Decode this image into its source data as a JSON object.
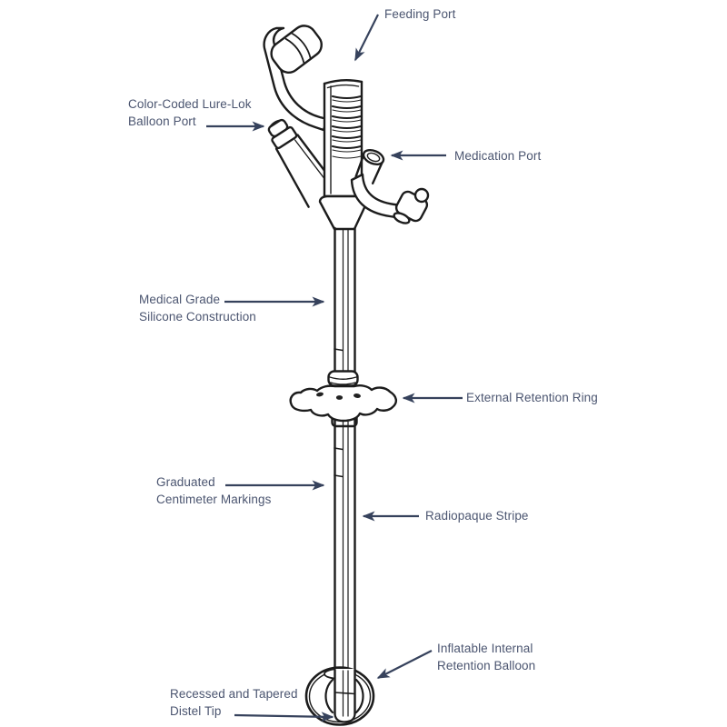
{
  "diagram": {
    "subject": "gastrostomy-feeding-tube-diagram",
    "labels": {
      "feeding_port": {
        "text": "Feeding Port"
      },
      "balloon_port": {
        "line1": "Color-Coded Lure-Lok",
        "line2": "Balloon Port"
      },
      "medication_port": {
        "text": "Medication Port"
      },
      "silicone": {
        "line1": "Medical Grade",
        "line2": "Silicone Construction"
      },
      "retention_ring": {
        "text": "External Retention Ring"
      },
      "graduated": {
        "line1": "Graduated",
        "line2": "Centimeter Markings"
      },
      "radiopaque": {
        "text": "Radiopaque Stripe"
      },
      "internal_balloon": {
        "line1": "Inflatable Internal",
        "line2": "Retention Balloon"
      },
      "distal_tip": {
        "line1": "Recessed and Tapered",
        "line2": "Distel Tip"
      }
    },
    "colors": {
      "label_text": "#4b5570",
      "arrow": "#36425c",
      "line_art": "#1c1c1c",
      "background": "#ffffff"
    }
  }
}
